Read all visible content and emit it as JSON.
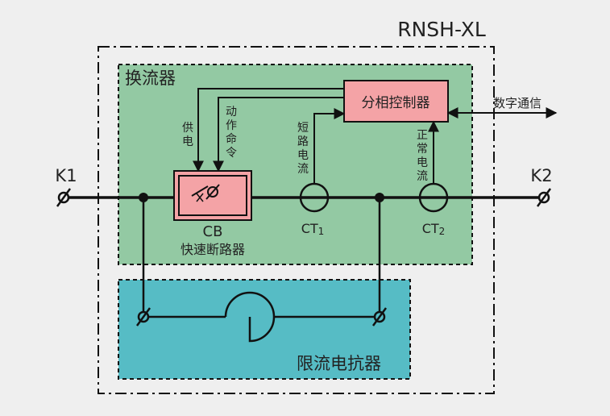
{
  "title": "RNSH-XL",
  "commutator": {
    "label": "换流器",
    "fill": "#93c9a3"
  },
  "phase_controller": {
    "label": "分相控制器",
    "fill": "#f4a3a6"
  },
  "signals": {
    "power_supply": [
      "供",
      "电"
    ],
    "action_command": [
      "动",
      "作",
      "命",
      "令"
    ],
    "short_circuit_current": [
      "短",
      "路",
      "电",
      "流"
    ],
    "normal_current": [
      "正",
      "常",
      "电",
      "流"
    ],
    "digital_comm": "数字通信"
  },
  "terminals": {
    "k1": "K1",
    "k2": "K2"
  },
  "breaker": {
    "code": "CB",
    "name": "快速断路器",
    "fill": "#f4a3a6"
  },
  "ct1": {
    "base": "CT",
    "sub": "1"
  },
  "ct2": {
    "base": "CT",
    "sub": "2"
  },
  "limiter": {
    "label": "限流电抗器",
    "fill": "#56bcc5"
  },
  "colors": {
    "background": "#efefef",
    "line": "#111111"
  }
}
